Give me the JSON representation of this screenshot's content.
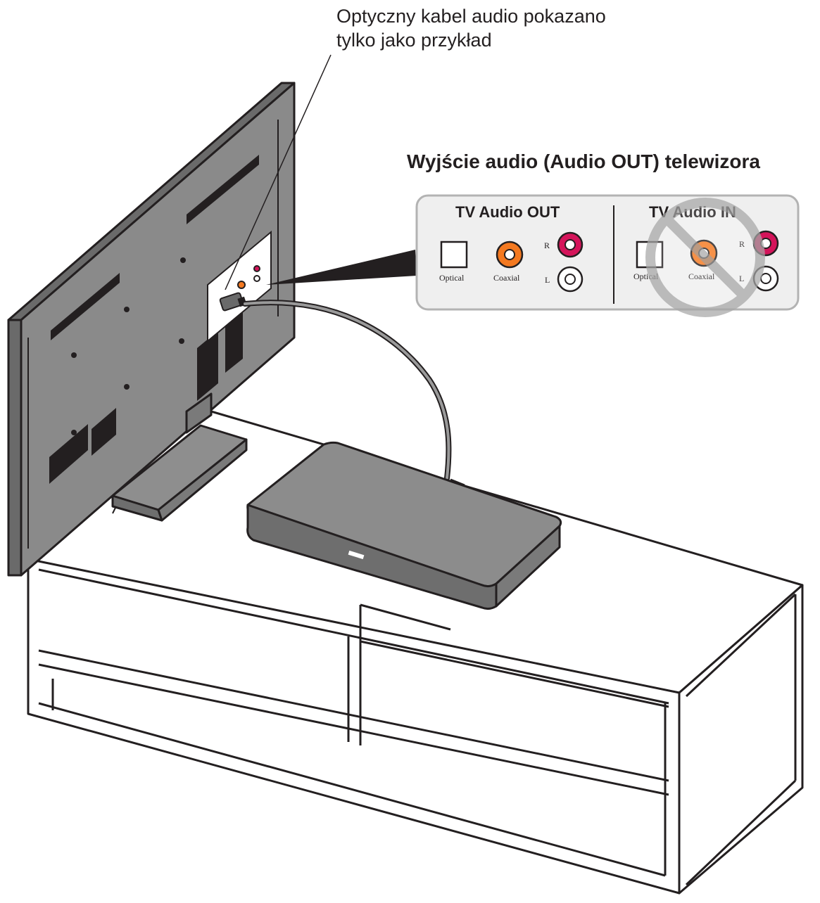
{
  "caption": {
    "line1": "Optyczny kabel audio pokazano",
    "line2": "tylko jako przykład"
  },
  "heading": "Wyjście audio (Audio OUT) telewizora",
  "panel": {
    "out_title": "TV Audio OUT",
    "in_title": "TV Audio IN",
    "optical_label": "Optical",
    "coaxial_label": "Coaxial",
    "r_label": "R",
    "l_label": "L"
  },
  "colors": {
    "coaxial": "#f47920",
    "right_channel": "#d4145a",
    "panel_fill": "#efefef",
    "tv_back": "#8a8a8a",
    "console": "#8c8c8c"
  },
  "icons": {
    "prohibited": "prohibited-icon"
  }
}
